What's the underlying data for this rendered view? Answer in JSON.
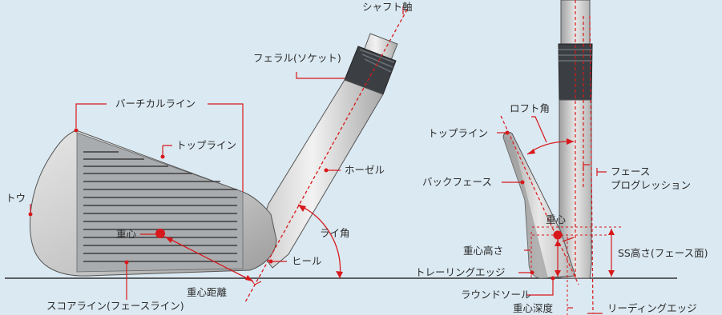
{
  "colors": {
    "background": "#dbe9f2",
    "leader": "#d7191c",
    "metal_light": "#dcdcdc",
    "metal_dark": "#8f8f8f",
    "ferrule": "#3b3f44",
    "face_panel": "#a9acaf",
    "outline": "#444444"
  },
  "labels": {
    "shaft_axis": "シャフト軸",
    "ferrule": "フェラル(ソケット)",
    "vertical_line": "バーチカルライン",
    "top_line_front": "トップライン",
    "hosel": "ホーゼル",
    "toe": "トウ",
    "lie_angle": "ライ角",
    "cog_front": "重心",
    "heel": "ヒール",
    "cog_distance": "重心距離",
    "score_line": "スコアライン(フェースライン)",
    "loft_angle": "ロフト角",
    "top_line_side": "トップライン",
    "face_progression": [
      "フェース",
      "プログレッション"
    ],
    "back_face": "バックフェース",
    "cog_side": "重心",
    "cog_height": "重心高さ",
    "ss_height": "SS高さ(フェース面)",
    "trailing_edge": "トレーリングエッジ",
    "round_sole": "ラウンドソール",
    "cog_depth": "重心深度",
    "leading_edge": "リーディングエッジ"
  }
}
